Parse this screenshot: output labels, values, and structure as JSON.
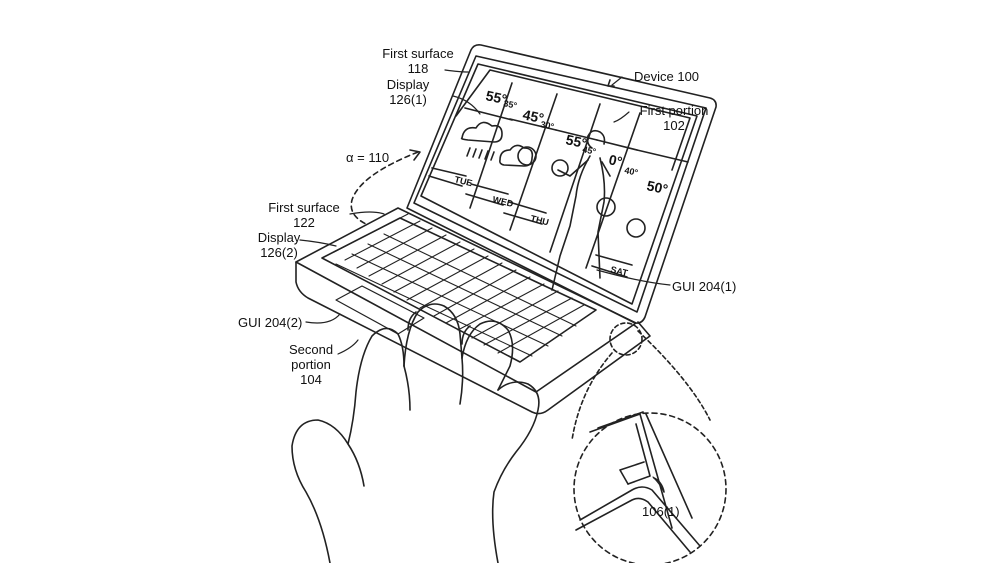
{
  "labels": {
    "first_surface_118": "First surface",
    "ref_118": "118",
    "display_1": "Display",
    "ref_126_1": "126(1)",
    "device": "Device 100",
    "first_portion": "First portion",
    "ref_102": "102",
    "alpha": "α = 110",
    "first_surface_122": "First surface",
    "ref_122": "122",
    "display_2": "Display",
    "ref_126_2": "126(2)",
    "gui_1": "GUI 204(1)",
    "gui_2": "GUI 204(2)",
    "second": "Second",
    "portion": "portion",
    "ref_104": "104",
    "ref_106": "106(1)"
  },
  "weather": {
    "days": [
      "TUE",
      "WED",
      "THU",
      "SAT"
    ],
    "temps": [
      {
        "high": "55°",
        "low": "35°"
      },
      {
        "high": "45°",
        "low": "30°"
      },
      {
        "high": "55°",
        "low": "45°"
      },
      {
        "high": "0°",
        "low": "40°"
      },
      {
        "high": "50°",
        "low": ""
      }
    ]
  }
}
